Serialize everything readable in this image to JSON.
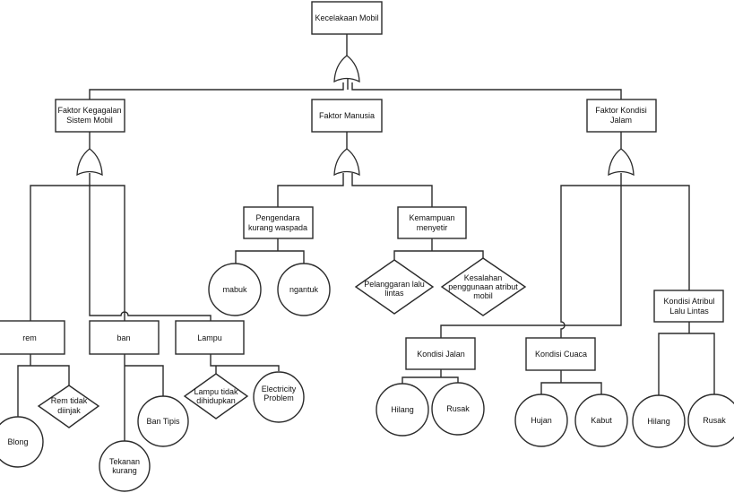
{
  "diagram": {
    "top_event": [
      "Kecelakaan Mobil"
    ],
    "faktor_sistem": [
      "Faktor Kegagalan",
      "Sistem Mobil"
    ],
    "faktor_manusia": [
      "Faktor Manusia"
    ],
    "faktor_jalan": [
      "Faktor Kondisi",
      "Jalam"
    ],
    "rem": [
      "rem"
    ],
    "ban": [
      "ban"
    ],
    "lampu": [
      "Lampu"
    ],
    "blong": [
      "Blong"
    ],
    "rem_tidak_diinjak": [
      "Rem tidak",
      "diinjak"
    ],
    "tekanan_kurang": [
      "Tekanan",
      "kurang"
    ],
    "ban_tipis": [
      "Ban Tipis"
    ],
    "lampu_tidak": [
      "Lampu tidak",
      "dihidupkan"
    ],
    "electricity": [
      "Electricity",
      "Problem"
    ],
    "pengendara": [
      "Pengendara",
      "kurang waspada"
    ],
    "kemampuan": [
      "Kemampuan",
      "menyetir"
    ],
    "mabuk": [
      "mabuk"
    ],
    "ngantuk": [
      "ngantuk"
    ],
    "pelanggaran": [
      "Pelanggaran lalu",
      "lintas"
    ],
    "kesalahan": [
      "Kesalahan",
      "penggunaan atribut",
      "mobil"
    ],
    "kondisi_jalan": [
      "Kondisi Jalan"
    ],
    "kondisi_cuaca": [
      "Kondisi Cuaca"
    ],
    "kondisi_atribut": [
      "Kondisi Atribul",
      "Lalu Lintas"
    ],
    "jalan_hilang": [
      "Hilang"
    ],
    "jalan_rusak": [
      "Rusak"
    ],
    "hujan": [
      "Hujan"
    ],
    "kabut": [
      "Kabut"
    ],
    "atribut_hilang": [
      "Hilang"
    ],
    "atribut_rusak": [
      "Rusak"
    ],
    "gate_type": "OR"
  }
}
